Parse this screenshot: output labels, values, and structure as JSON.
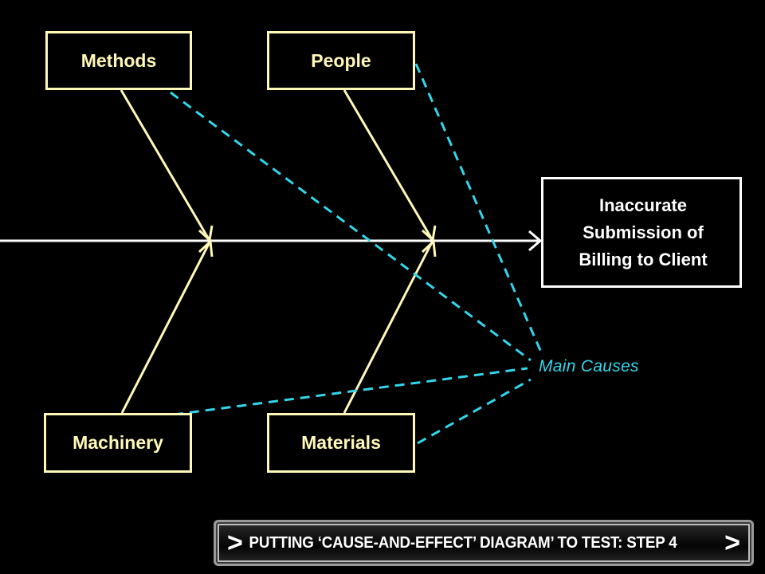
{
  "diagram": {
    "causes": {
      "methods": "Methods",
      "people": "People",
      "machinery": "Machinery",
      "materials": "Materials"
    },
    "effect": {
      "lines": [
        "Inaccurate",
        "Submission of",
        "Billing to Client"
      ]
    },
    "callout_label": "Main Causes"
  },
  "banner": {
    "chevron_left": ">",
    "text": "PUTTING ‘CAUSE-AND-EFFECT’ DIAGRAM’ TO TEST: STEP 4",
    "chevron_right": ">"
  },
  "colors": {
    "background": "#000000",
    "bone": "#fff8b8",
    "spine": "#ffffff",
    "callout": "#33d6ea"
  }
}
